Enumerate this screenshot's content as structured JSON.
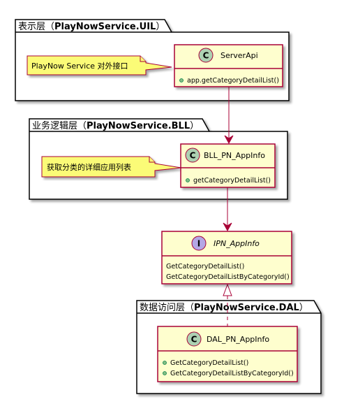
{
  "packages": {
    "ui": {
      "title_prefix": "表示层（",
      "title_bold": "PlayNowService.UIL",
      "title_suffix": "）"
    },
    "bll": {
      "title_prefix": "业务逻辑层（",
      "title_bold": "PlayNowService.BLL",
      "title_suffix": "）"
    },
    "dal": {
      "title_prefix": "数据访问层（",
      "title_bold": "PlayNowService.DAL",
      "title_suffix": "）"
    }
  },
  "classes": {
    "server_api": {
      "stereotype": "C",
      "name": "ServerApi",
      "methods": [
        "app.getCategoryDetailList()"
      ]
    },
    "bll_appinfo": {
      "stereotype": "C",
      "name": "BLL_PN_AppInfo",
      "methods": [
        "getCategoryDetailList()"
      ]
    },
    "ipn_appinfo": {
      "stereotype": "I",
      "name": "IPN_AppInfo",
      "methods": [
        "GetCategoryDetailList()",
        "GetCategoryDetailListByCategoryId()"
      ]
    },
    "dal_appinfo": {
      "stereotype": "C",
      "name": "DAL_PN_AppInfo",
      "methods": [
        "GetCategoryDetailList()",
        "GetCategoryDetailListByCategoryId()"
      ]
    }
  },
  "notes": {
    "ui_note": "PlayNow Service 对外接口",
    "bll_note": "获取分类的详细应用列表"
  },
  "colors": {
    "class_fill": "#FEFECE",
    "class_border": "#A80036",
    "class_circle": "#ADD1B2",
    "interface_circle": "#B4A7E5",
    "note_fill": "#FBFB77",
    "note_border": "#A80036",
    "edge": "#A80036",
    "package_border": "#000000"
  }
}
